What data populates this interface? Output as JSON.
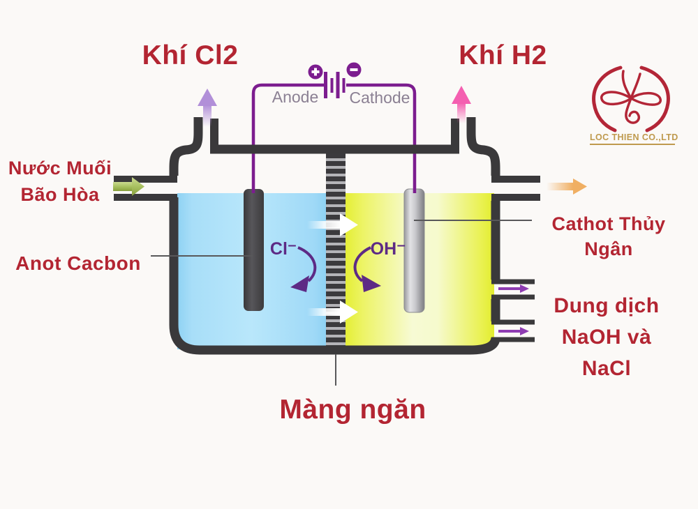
{
  "labels": {
    "gas_left": "Khí Cl2",
    "gas_right": "Khí H2",
    "inlet": "Nước Muối\nBão Hòa",
    "anode_electrode": "Anot Cacbon",
    "cathode_electrode": "Cathot Thủy\nNgân",
    "outlet": "Dung dịch\nNaOH và\nNaCl",
    "membrane": "Màng ngăn"
  },
  "circuit": {
    "anode": "Anode",
    "cathode": "Cathode",
    "plus": "+",
    "minus": "−"
  },
  "ions": {
    "left": "Cl⁻",
    "right": "OH⁻"
  },
  "logo": {
    "company": "LOC THIEN CO.,LTD"
  },
  "icons": {
    "cl2-gas-arrow": "up-arrow",
    "h2-gas-arrow": "up-arrow",
    "brine-inlet-arrow": "right-arrow",
    "outlet-top-arrow": "right-arrow",
    "outlet-pipe-arrows": "right-arrow",
    "membrane-flow-arrows": "right-arrow",
    "ion-paths": "curved-arrow",
    "battery": "battery-cell"
  },
  "colors": {
    "label_red": "#b32532",
    "wire_purple": "#7c1d8f",
    "ion_purple": "#5d2a85",
    "circuit_gray": "#8b8093",
    "tank_dark": "#3a393b",
    "brine_blue": "#a8def8",
    "naoh_yellow": "#e9f23f",
    "arrow_lavender": "#b18fd8",
    "arrow_pink": "#f45fb0",
    "arrow_green": "#9db84f",
    "arrow_orange": "#f0af63",
    "arrow_purple_small": "#8e3cb2",
    "logo_red": "#b32637",
    "logo_gold": "#bf9a4e"
  }
}
